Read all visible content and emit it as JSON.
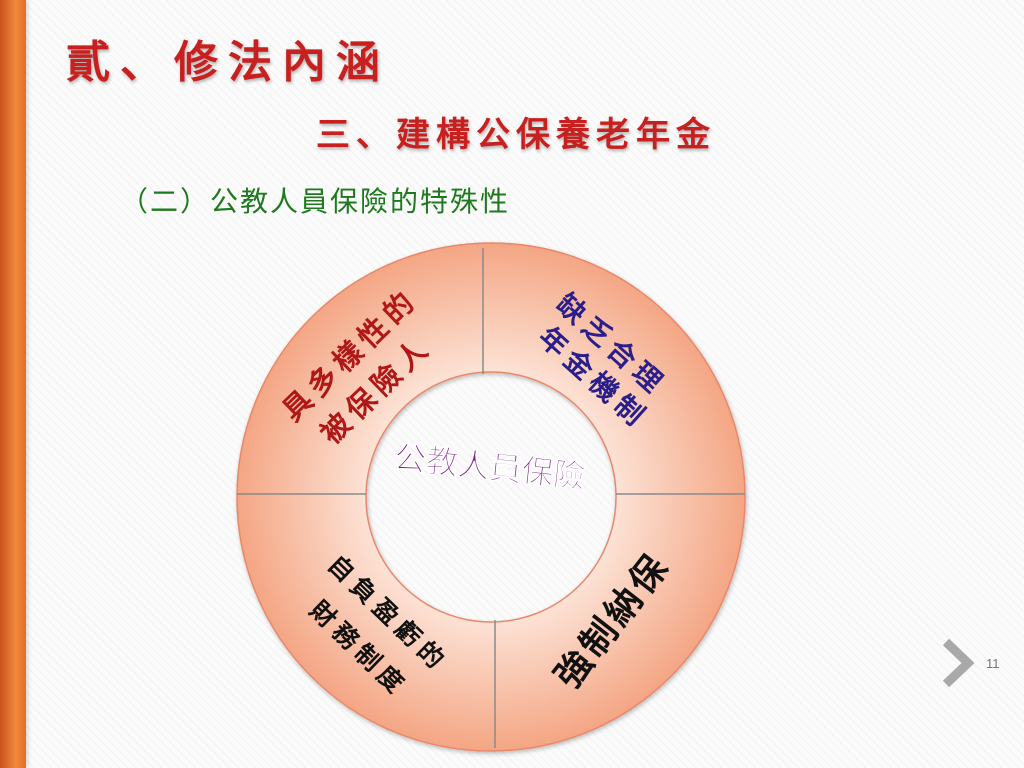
{
  "slide": {
    "title": "貳、修法內涵",
    "subtitle": "三、建構公保養老年金",
    "section": "（二）公教人員保險的特殊性",
    "page_number": "11"
  },
  "diagram": {
    "center_label": "公教人員保險",
    "segments": [
      {
        "id": "top-left",
        "lines": [
          "具多樣性的",
          "被保險人"
        ],
        "color": "#b01818"
      },
      {
        "id": "top-right",
        "lines": [
          "缺乏合理",
          "年金機制"
        ],
        "color": "#2a1f8a"
      },
      {
        "id": "bottom-left",
        "lines": [
          "自負盈虧的",
          "財務制度"
        ],
        "color": "#111111"
      },
      {
        "id": "bottom-right",
        "lines": [
          "強制納保"
        ],
        "color": "#111111"
      }
    ]
  },
  "colors": {
    "title": "#c8201e",
    "section": "#1f7a1f",
    "ring_light": "#fde7dc",
    "ring_dark": "#f3a07e",
    "divider": "#888888",
    "center_text": "#7b1d8a"
  }
}
